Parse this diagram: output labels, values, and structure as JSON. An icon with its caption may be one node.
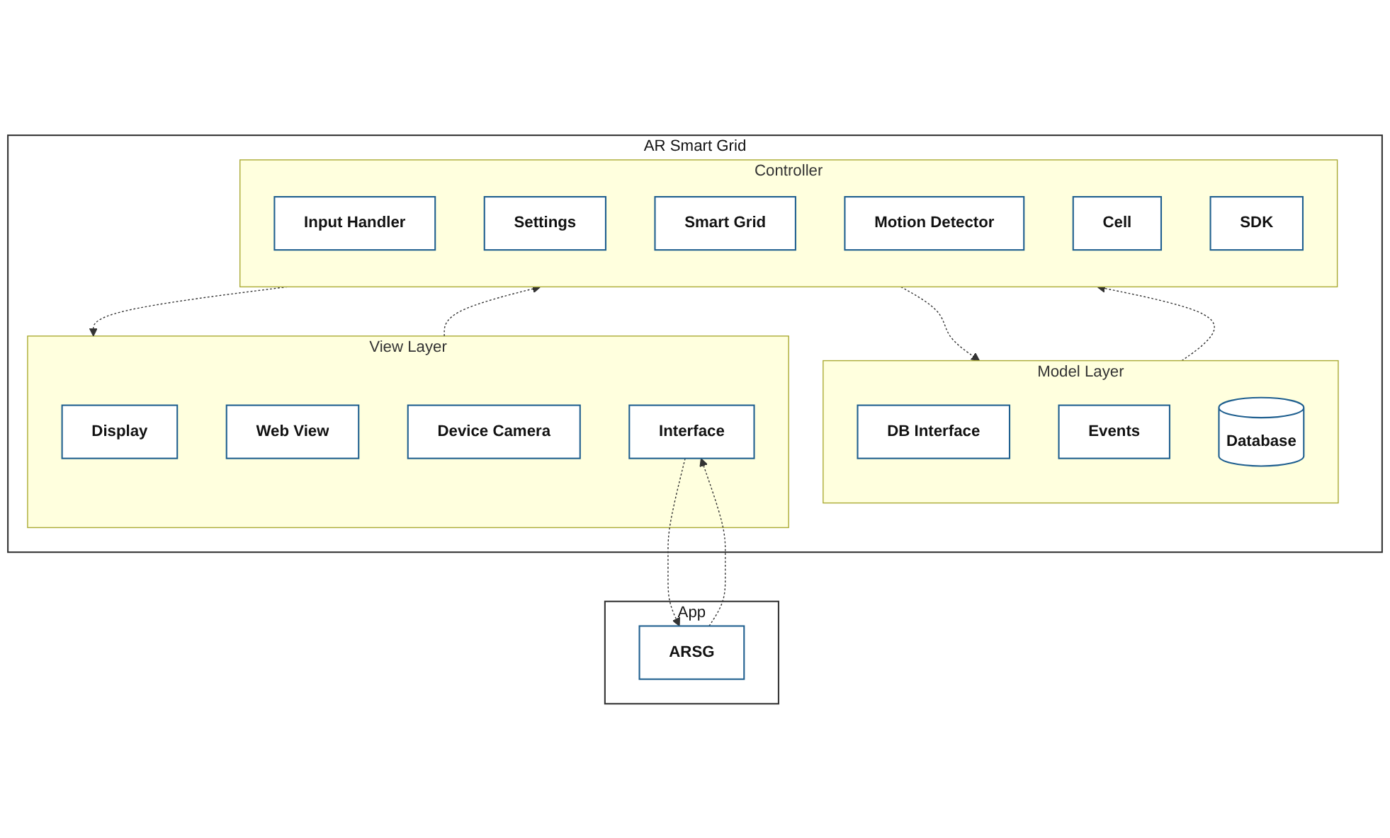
{
  "diagram": {
    "nodes": [
      {
        "text": [
          "AR Smart Grid"
        ]
      },
      {
        "text": [
          "Model Layer"
        ],
        "in": 0
      },
      {
        "text": [
          "DB Interface"
        ],
        "in": 1
      },
      {
        "text": [
          "Events"
        ],
        "in": 1
      },
      {
        "text": [
          "Database"
        ],
        "in": 1
      },
      {
        "text": [
          "View Layer"
        ],
        "in": 0
      },
      {
        "text": [
          "Display"
        ],
        "in": 5
      },
      {
        "text": [
          "Web View"
        ],
        "in": 5
      },
      {
        "text": [
          "Device Camera"
        ],
        "in": 5
      },
      {
        "text": [
          "Interface"
        ],
        "in": 5
      },
      {
        "text": [
          "Controller"
        ],
        "in": 0
      },
      {
        "text": [
          "Input Handler"
        ],
        "in": 10
      },
      {
        "text": [
          "Settings"
        ],
        "in": 10
      },
      {
        "text": [
          "Smart Grid"
        ],
        "in": 10
      },
      {
        "text": [
          "Motion Detector"
        ],
        "in": 10
      },
      {
        "text": [
          "Cell"
        ],
        "in": 10
      },
      {
        "text": [
          "SDK"
        ],
        "in": 10
      },
      {
        "text": [
          "App"
        ]
      },
      {
        "text": [
          "ARSG"
        ],
        "in": 17
      }
    ],
    "edges": [
      {
        "from": 1,
        "to": 10,
        "arrow": "to",
        "style": "dashed"
      },
      {
        "from": 10,
        "to": 1,
        "arrow": "to",
        "style": "dashed"
      },
      {
        "from": 10,
        "to": 5,
        "arrow": "to",
        "style": "dashed"
      },
      {
        "from": 5,
        "to": 10,
        "arrow": "to",
        "style": "dashed"
      },
      {
        "from": 9,
        "to": 18,
        "arrow": "to",
        "style": "dashed"
      },
      {
        "from": 18,
        "to": 9,
        "arrow": "to",
        "style": "dashed"
      }
    ]
  }
}
